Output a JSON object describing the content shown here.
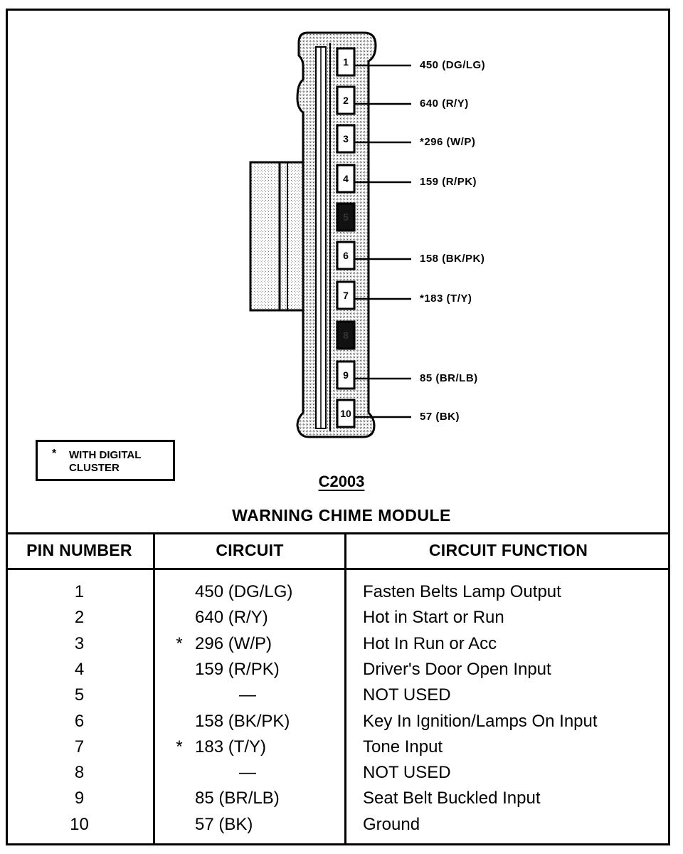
{
  "connector": {
    "id": "C2003",
    "module_name": "WARNING CHIME MODULE",
    "pins": [
      {
        "num": "1",
        "label": "450 (DG/LG)",
        "used": true
      },
      {
        "num": "2",
        "label": "640 (R/Y)",
        "used": true
      },
      {
        "num": "3",
        "label": "*296 (W/P)",
        "used": true
      },
      {
        "num": "4",
        "label": "159 (R/PK)",
        "used": true
      },
      {
        "num": "5",
        "label": "",
        "used": false
      },
      {
        "num": "6",
        "label": "158 (BK/PK)",
        "used": true
      },
      {
        "num": "7",
        "label": "*183 (T/Y)",
        "used": true
      },
      {
        "num": "8",
        "label": "",
        "used": false
      },
      {
        "num": "9",
        "label": "85 (BR/LB)",
        "used": true
      },
      {
        "num": "10",
        "label": "57 (BK)",
        "used": true
      }
    ]
  },
  "note": {
    "star": "*",
    "text": "WITH DIGITAL CLUSTER"
  },
  "table": {
    "headers": {
      "pin": "PIN NUMBER",
      "circuit": "CIRCUIT",
      "function": "CIRCUIT FUNCTION"
    },
    "rows": [
      {
        "pin": "1",
        "star": "",
        "circuit": "450 (DG/LG)",
        "function": "Fasten Belts Lamp Output"
      },
      {
        "pin": "2",
        "star": "",
        "circuit": "640 (R/Y)",
        "function": "Hot in Start or Run"
      },
      {
        "pin": "3",
        "star": "*",
        "circuit": "296 (W/P)",
        "function": "Hot In Run or Acc"
      },
      {
        "pin": "4",
        "star": "",
        "circuit": "159 (R/PK)",
        "function": "Driver's Door Open Input"
      },
      {
        "pin": "5",
        "star": "",
        "circuit": "—",
        "function": "NOT USED"
      },
      {
        "pin": "6",
        "star": "",
        "circuit": "158 (BK/PK)",
        "function": "Key In Ignition/Lamps On Input"
      },
      {
        "pin": "7",
        "star": "*",
        "circuit": "183 (T/Y)",
        "function": "Tone Input"
      },
      {
        "pin": "8",
        "star": "",
        "circuit": "—",
        "function": "NOT USED"
      },
      {
        "pin": "9",
        "star": "",
        "circuit": "85 (BR/LB)",
        "function": "Seat Belt Buckled Input"
      },
      {
        "pin": "10",
        "star": "",
        "circuit": "57 (BK)",
        "function": "Ground"
      }
    ]
  }
}
